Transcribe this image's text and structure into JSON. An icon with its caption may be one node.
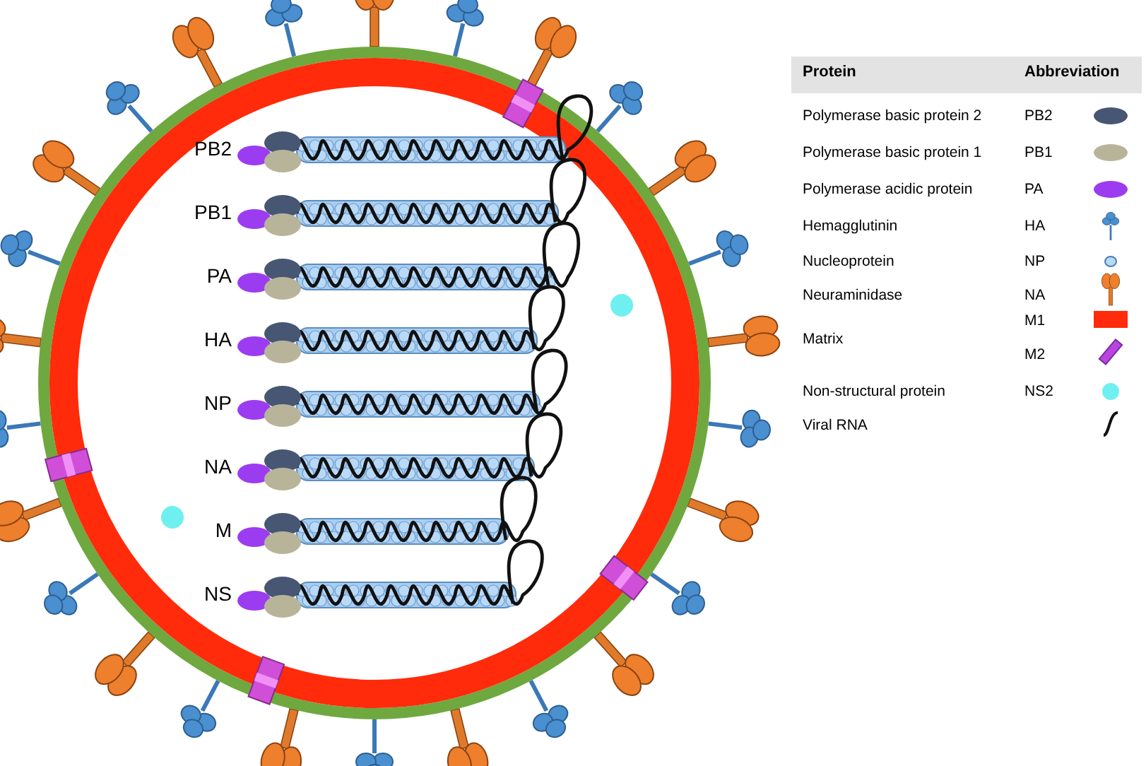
{
  "diagram": {
    "labels": [
      "PB2",
      "PB1",
      "PA",
      "HA",
      "NP",
      "NA",
      "M",
      "NS",
      "Protein",
      "Abbreviation",
      "Polymerase basic protein 2",
      "PB2",
      "Polymerase basic protein 1",
      "PB1",
      "Polymerase acidic protein",
      "PA",
      "Hemagglutinin",
      "HA",
      "Nucleoprotein",
      "NP",
      "Neuraminidase",
      "NA",
      "Matrix",
      "M1",
      "M2",
      "Non-structural protein",
      "NS2",
      "Viral RNA"
    ]
  }
}
